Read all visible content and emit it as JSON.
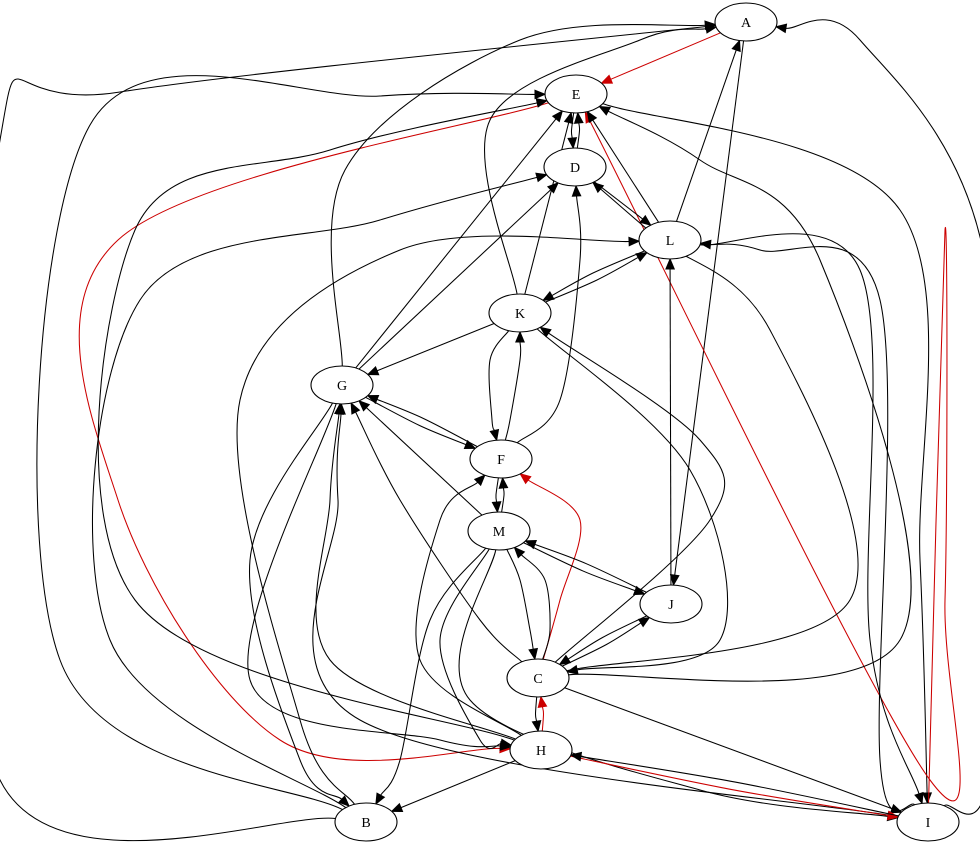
{
  "nodes": [
    {
      "id": "A",
      "label": "A"
    },
    {
      "id": "E",
      "label": "E"
    },
    {
      "id": "D",
      "label": "D"
    },
    {
      "id": "L",
      "label": "L"
    },
    {
      "id": "K",
      "label": "K"
    },
    {
      "id": "G",
      "label": "G"
    },
    {
      "id": "F",
      "label": "F"
    },
    {
      "id": "M",
      "label": "M"
    },
    {
      "id": "J",
      "label": "J"
    },
    {
      "id": "C",
      "label": "C"
    },
    {
      "id": "H",
      "label": "H"
    },
    {
      "id": "B",
      "label": "B"
    },
    {
      "id": "I",
      "label": "I"
    }
  ],
  "edges": [
    {
      "from": "A",
      "to": "E",
      "color": "#cc0000"
    },
    {
      "from": "A",
      "to": "J",
      "color": "#000000"
    },
    {
      "from": "E",
      "to": "D",
      "color": "#000000"
    },
    {
      "from": "D",
      "to": "E",
      "color": "#000000"
    },
    {
      "from": "E",
      "to": "I",
      "color": "#000000"
    },
    {
      "from": "I",
      "to": "E",
      "color": "#cc0000"
    },
    {
      "from": "E",
      "to": "H",
      "color": "#cc0000"
    },
    {
      "from": "H",
      "to": "E",
      "color": "#000000"
    },
    {
      "from": "B",
      "to": "E",
      "color": "#000000"
    },
    {
      "from": "B",
      "to": "A",
      "color": "#000000"
    },
    {
      "from": "I",
      "to": "A",
      "color": "#000000"
    },
    {
      "from": "G",
      "to": "A",
      "color": "#000000"
    },
    {
      "from": "K",
      "to": "A",
      "color": "#000000"
    },
    {
      "from": "L",
      "to": "A",
      "color": "#000000"
    },
    {
      "from": "D",
      "to": "L",
      "color": "#000000"
    },
    {
      "from": "L",
      "to": "E",
      "color": "#000000"
    },
    {
      "from": "K",
      "to": "E",
      "color": "#000000"
    },
    {
      "from": "G",
      "to": "E",
      "color": "#000000"
    },
    {
      "from": "C",
      "to": "E",
      "color": "#000000"
    },
    {
      "from": "G",
      "to": "D",
      "color": "#000000"
    },
    {
      "from": "F",
      "to": "D",
      "color": "#000000"
    },
    {
      "from": "B",
      "to": "D",
      "color": "#000000"
    },
    {
      "from": "C",
      "to": "D",
      "color": "#000000"
    },
    {
      "from": "K",
      "to": "L",
      "color": "#000000"
    },
    {
      "from": "L",
      "to": "K",
      "color": "#000000"
    },
    {
      "from": "B",
      "to": "L",
      "color": "#000000"
    },
    {
      "from": "J",
      "to": "L",
      "color": "#000000"
    },
    {
      "from": "L",
      "to": "I",
      "color": "#000000"
    },
    {
      "from": "I",
      "to": "L",
      "color": "#000000"
    },
    {
      "from": "K",
      "to": "G",
      "color": "#000000"
    },
    {
      "from": "K",
      "to": "F",
      "color": "#000000"
    },
    {
      "from": "F",
      "to": "K",
      "color": "#000000"
    },
    {
      "from": "K",
      "to": "C",
      "color": "#000000"
    },
    {
      "from": "C",
      "to": "K",
      "color": "#000000"
    },
    {
      "from": "G",
      "to": "F",
      "color": "#000000"
    },
    {
      "from": "F",
      "to": "G",
      "color": "#000000"
    },
    {
      "from": "M",
      "to": "G",
      "color": "#000000"
    },
    {
      "from": "C",
      "to": "G",
      "color": "#000000"
    },
    {
      "from": "I",
      "to": "G",
      "color": "#000000"
    },
    {
      "from": "G",
      "to": "B",
      "color": "#000000"
    },
    {
      "from": "G",
      "to": "H",
      "color": "#000000"
    },
    {
      "from": "F",
      "to": "M",
      "color": "#000000"
    },
    {
      "from": "M",
      "to": "F",
      "color": "#000000"
    },
    {
      "from": "C",
      "to": "F",
      "color": "#cc0000"
    },
    {
      "from": "H",
      "to": "F",
      "color": "#000000"
    },
    {
      "from": "M",
      "to": "J",
      "color": "#000000"
    },
    {
      "from": "J",
      "to": "M",
      "color": "#000000"
    },
    {
      "from": "M",
      "to": "C",
      "color": "#000000"
    },
    {
      "from": "C",
      "to": "M",
      "color": "#000000"
    },
    {
      "from": "M",
      "to": "H",
      "color": "#000000"
    },
    {
      "from": "M",
      "to": "B",
      "color": "#000000"
    },
    {
      "from": "M",
      "to": "I",
      "color": "#000000"
    },
    {
      "from": "J",
      "to": "C",
      "color": "#000000"
    },
    {
      "from": "C",
      "to": "J",
      "color": "#000000"
    },
    {
      "from": "C",
      "to": "H",
      "color": "#000000"
    },
    {
      "from": "H",
      "to": "C",
      "color": "#cc0000"
    },
    {
      "from": "C",
      "to": "I",
      "color": "#000000"
    },
    {
      "from": "H",
      "to": "I",
      "color": "#cc0000"
    },
    {
      "from": "I",
      "to": "H",
      "color": "#000000"
    },
    {
      "from": "H",
      "to": "B",
      "color": "#000000"
    },
    {
      "from": "H",
      "to": "G",
      "color": "#000000"
    }
  ]
}
